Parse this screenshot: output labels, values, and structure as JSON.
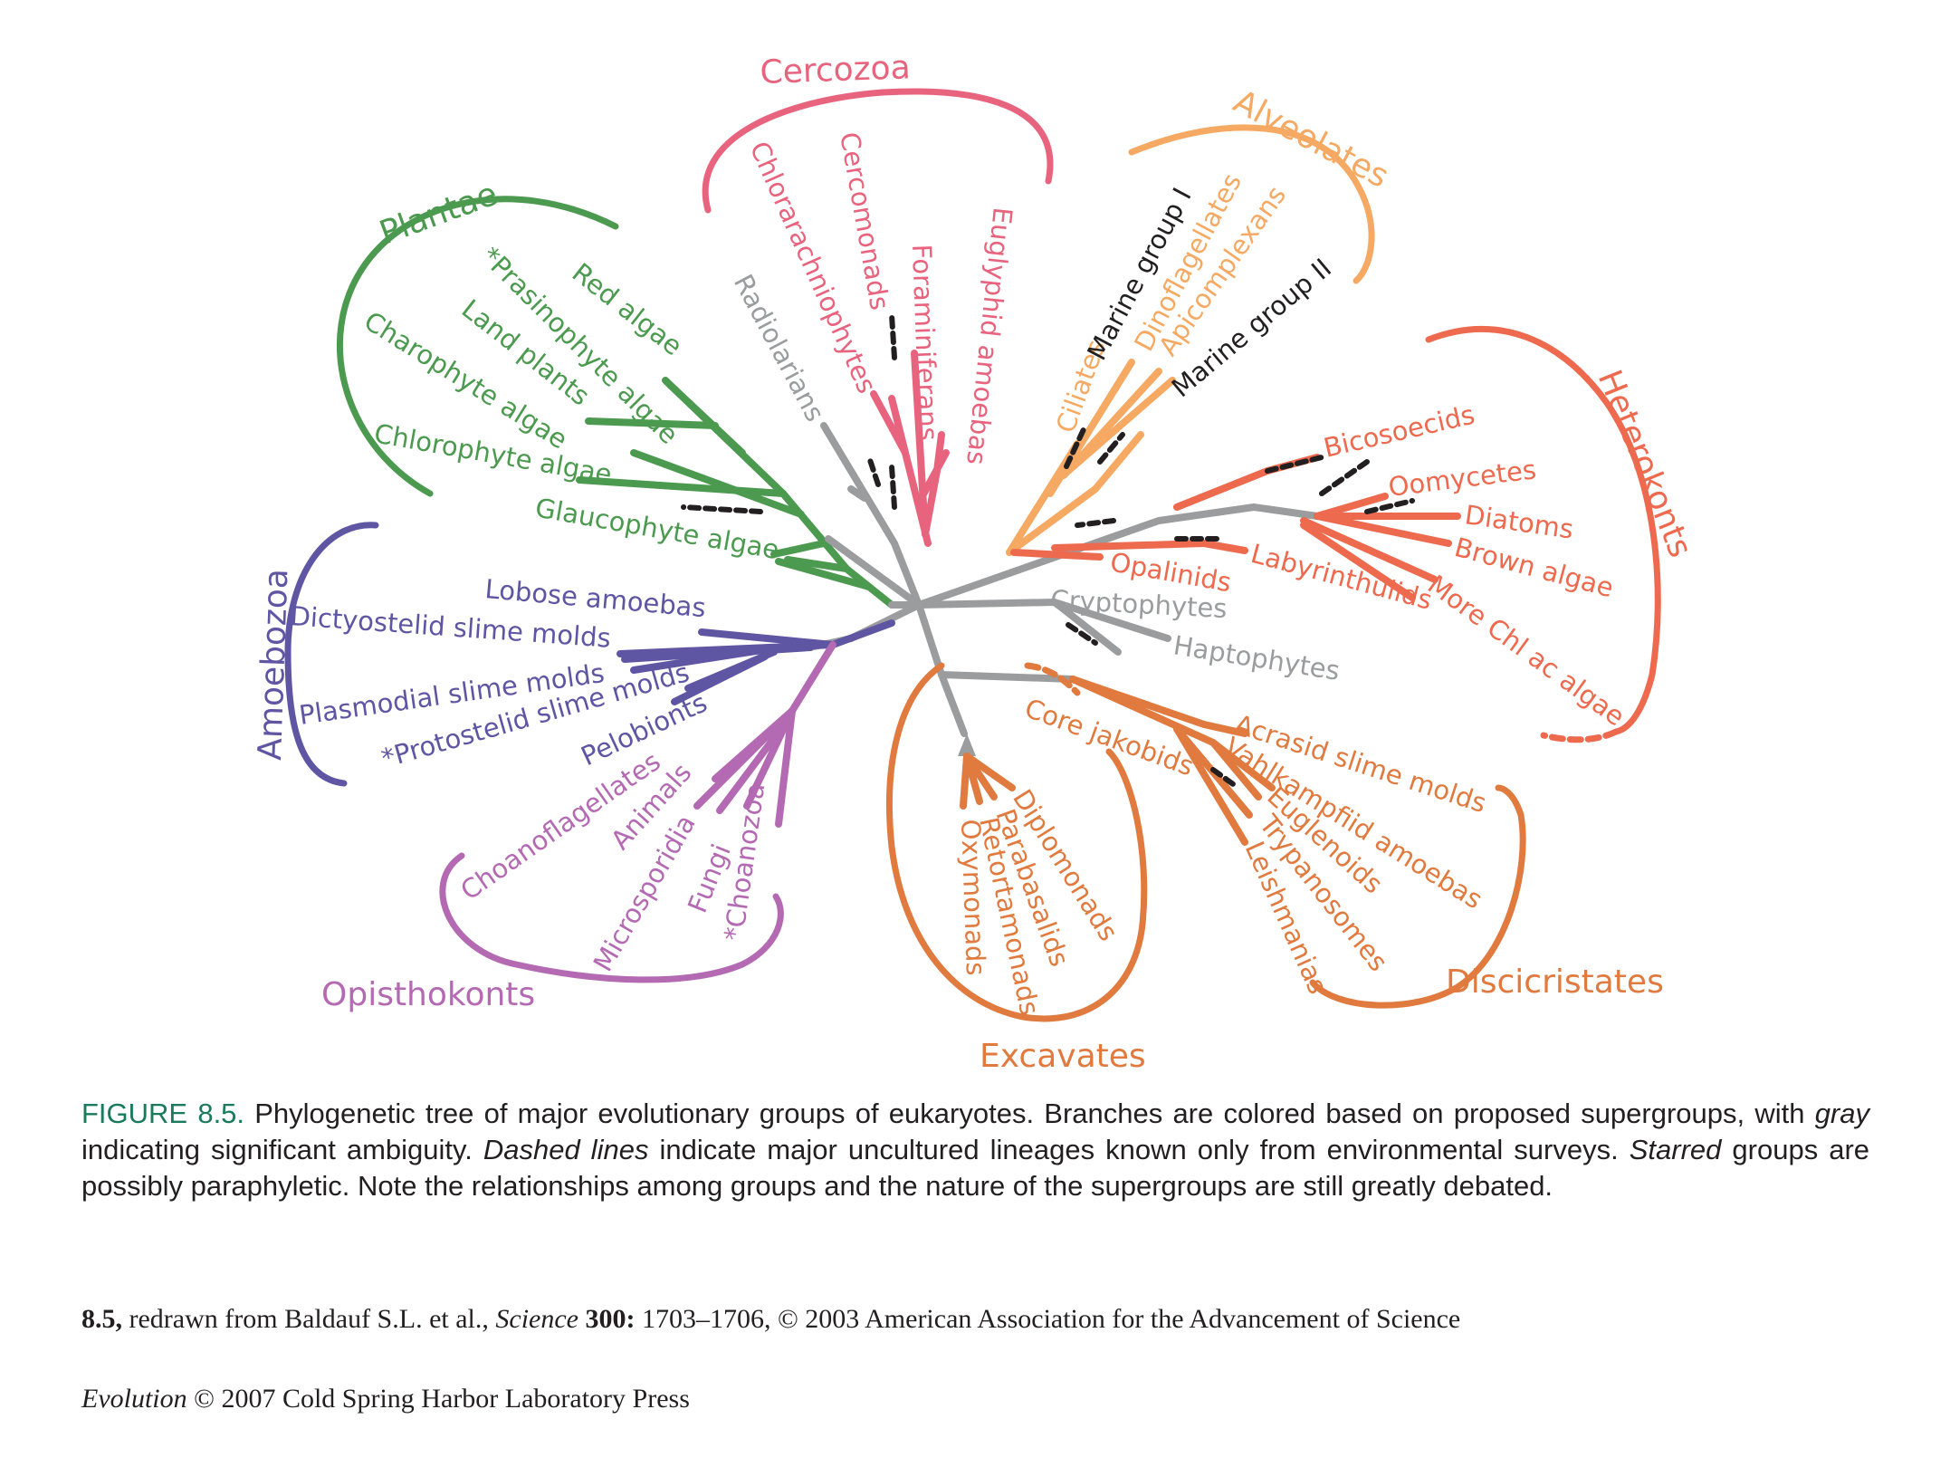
{
  "colors": {
    "plantae": "#4c9a4f",
    "cercozoa": "#e8637d",
    "alveolates": "#f5a962",
    "heterokonts": "#ed6a4f",
    "amoebozoa": "#5e56a3",
    "opisthokonts": "#b46ab2",
    "excavates": "#e07a3e",
    "discicristates": "#e07a3e",
    "ambiguous": "#9a9c9e",
    "uncultured": "#231f20"
  },
  "groups": {
    "plantae": "Plantae",
    "cercozoa": "Cercozoa",
    "alveolates": "Alveolates",
    "heterokonts": "Heterokonts",
    "amoebozoa": "Amoebozoa",
    "opisthokonts": "Opisthokonts",
    "excavates": "Excavates",
    "discicristates": "Discicristates"
  },
  "taxa": {
    "red_algae": "Red algae",
    "prasinophyte": "*Prasinophyte algae",
    "land_plants": "Land plants",
    "charophyte": "Charophyte algae",
    "chlorophyte": "Chlorophyte algae",
    "glaucophyte": "Glaucophyte algae",
    "radiolarians": "Radiolarians",
    "chlorarachniophytes": "Chlorarachniophytes",
    "cercomonads": "Cercomonads",
    "foraminiferans": "Foraminiferans",
    "euglyphid": "Euglyphid amoebas",
    "ciliates": "Ciliates",
    "marine1": "Marine group I",
    "dinoflagellates": "Dinoflagellates",
    "apicomplexans": "Apicomplexans",
    "marine2": "Marine group II",
    "bicosoecids": "Bicosoecids",
    "oomycetes": "Oomycetes",
    "diatoms": "Diatoms",
    "brown_algae": "Brown algae",
    "more_chl": "More Chl ac algae",
    "opalinids": "Opalinids",
    "labyrinthulids": "Labyrinthulids",
    "cryptophytes": "Cryptophytes",
    "haptophytes": "Haptophytes",
    "lobose": "Lobose amoebas",
    "dictyostelid": "Dictyostelid slime molds",
    "plasmodial": "Plasmodial slime molds",
    "protostelid": "*Protostelid slime molds",
    "pelobionts": "Pelobionts",
    "choanoflagellates": "Choanoflagellates",
    "animals": "Animals",
    "microsporidia": "Microsporidia",
    "fungi": "Fungi",
    "choanozoa": "*Choanozoa",
    "core_jakobids": "Core jakobids",
    "diplomonads": "Diplomonads",
    "parabasalids": "Parabasalids",
    "retortamonads": "Retortamonads",
    "oxymonads": "Oxymonads",
    "acrasid": "Acrasid slime molds",
    "vahlkampfiid": "Vahlkampfiid amoebas",
    "euglenoids": "Euglenoids",
    "trypanosomes": "Trypanosomes",
    "leishmanias": "Leishmanias"
  },
  "caption": {
    "label": "FIGURE 8.5.",
    "t1": " Phylogenetic tree of major evolutionary groups of eukaryotes. Branches are colored based on proposed supergroups, with ",
    "i1": "gray",
    "t2": " indicating significant ambiguity. ",
    "i2": "Dashed lines",
    "t3": " indicate major uncultured lineages known only from environmental surveys. ",
    "i3": "Starred",
    "t4": " groups are possibly paraphyletic. Note the relationships among groups and the nature of the supergroups are still greatly debated."
  },
  "credit": {
    "num": "8.5,",
    "t1": " redrawn from Baldauf S.L. et al., ",
    "journal": "Science",
    "vol": " 300:",
    "t2": " 1703–1706, © 2003 American Association for the Advancement of Science"
  },
  "publisher": {
    "book": "Evolution",
    "t1": " © 2007 Cold Spring Harbor Laboratory Press"
  }
}
